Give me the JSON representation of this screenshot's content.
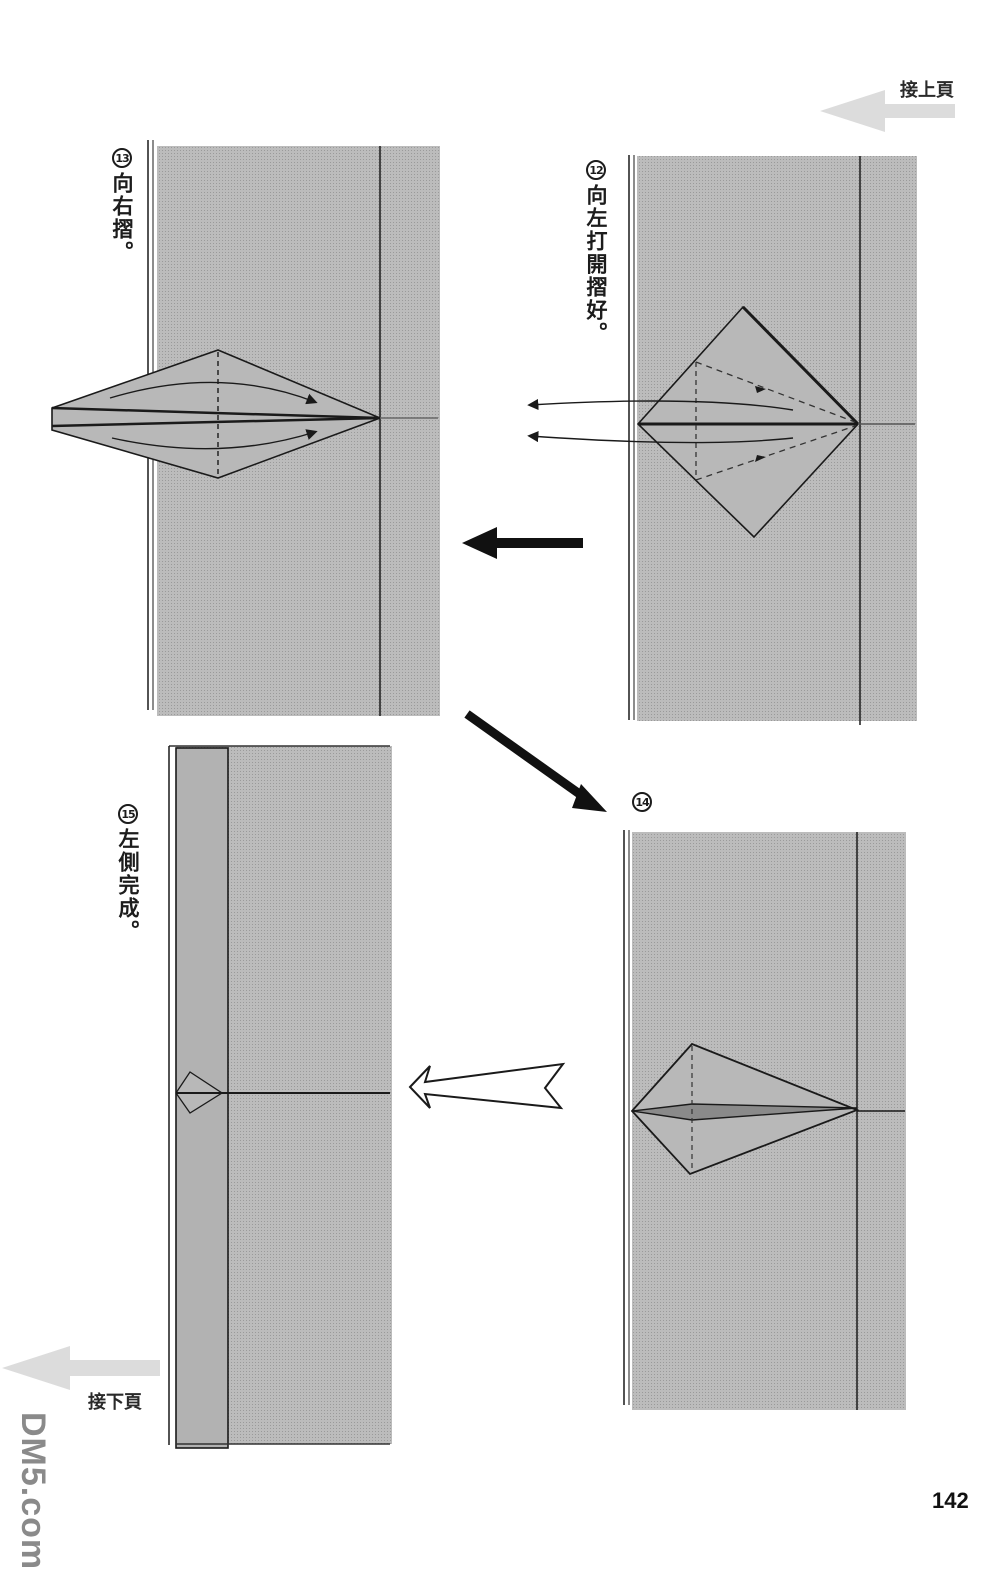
{
  "page": {
    "page_number": "142",
    "continue_from_prev": "接上頁",
    "continue_to_next": "接下頁",
    "watermark": "DM5.com"
  },
  "steps": [
    {
      "number": "⑫",
      "num_text": "12",
      "instruction": "向左打開摺好。"
    },
    {
      "number": "⑬",
      "num_text": "13",
      "instruction": "向右摺。"
    },
    {
      "number": "⑭",
      "num_text": "14",
      "instruction": ""
    },
    {
      "number": "⑮",
      "num_text": "15",
      "instruction": "左側完成。"
    }
  ],
  "colors": {
    "paper_gray": "#b4b4b4",
    "line": "#1a1a1a",
    "nav_arrow": "#d6d6d6",
    "background": "#ffffff"
  },
  "flow_arrows": [
    {
      "from": "step-12",
      "to": "step-13",
      "style": "solid-left"
    },
    {
      "from": "step-13",
      "to": "step-14",
      "style": "solid-diagonal"
    },
    {
      "from": "step-14",
      "to": "step-15",
      "style": "outline-left"
    }
  ]
}
